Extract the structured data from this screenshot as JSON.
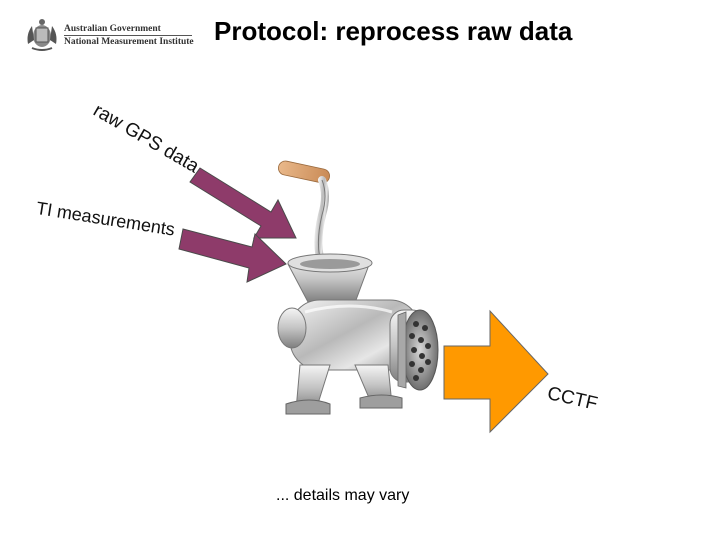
{
  "header": {
    "title": "Protocol: reprocess raw data",
    "logo": {
      "line1": "Australian Government",
      "line2": "National Measurement Institute"
    }
  },
  "diagram": {
    "inputs": [
      {
        "label": "raw GPS data",
        "color": "#8e3b6a"
      },
      {
        "label": "TI measurements",
        "color": "#8e3b6a"
      }
    ],
    "machine": {
      "icon": "meat-grinder-icon"
    },
    "output": {
      "label": "CCTF",
      "color": "#ff9900"
    },
    "caption": "... details may vary"
  }
}
